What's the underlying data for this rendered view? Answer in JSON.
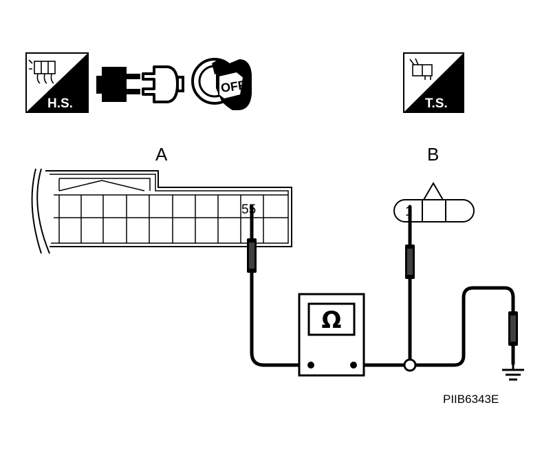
{
  "icons": {
    "harness_side": "H.S.",
    "ignition_switch": "OFF",
    "terminal_side": "T.S."
  },
  "connector_a": {
    "label": "A",
    "pin": "55"
  },
  "connector_b": {
    "label": "B",
    "pin": "1"
  },
  "meter": {
    "symbol": "Ω"
  },
  "figure_code": "PIIB6343E"
}
